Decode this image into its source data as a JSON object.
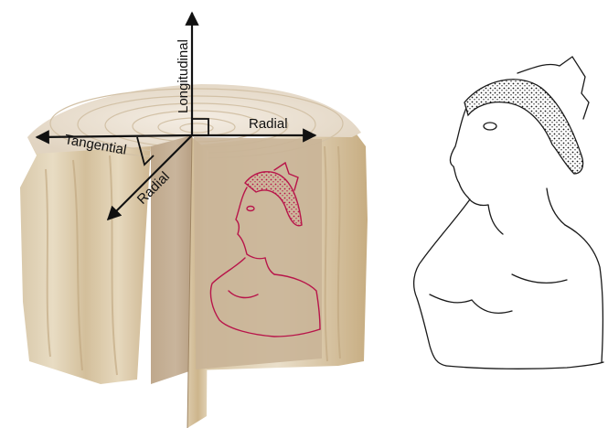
{
  "axes": {
    "longitudinal": "Longitudinal",
    "radial_right": "Radial",
    "tangential": "Tangential",
    "radial_front": "Radial"
  },
  "colors": {
    "background": "#ffffff",
    "wood_top": "#ece3d6",
    "wood_side_light": "#e2d3b6",
    "wood_side_dark": "#cbb18b",
    "wood_cut": "#c8b298",
    "sketch_red": "#b8154a",
    "sketch_ink": "#1a1a1a",
    "arrow": "#111111"
  },
  "icons": {
    "right_angle_markers": "square-corner",
    "arrows": "arrow-head"
  }
}
